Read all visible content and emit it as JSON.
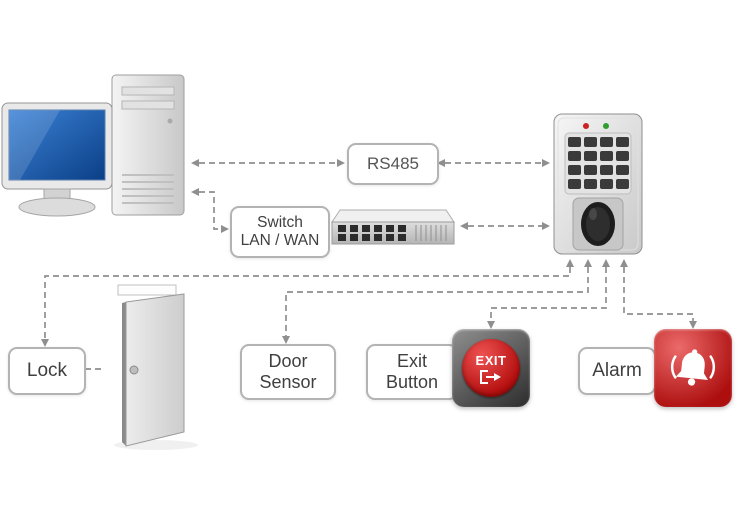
{
  "labels": {
    "rs485": "RS485",
    "switch_line1": "Switch",
    "switch_line2": "LAN / WAN",
    "lock": "Lock",
    "door_sensor_line1": "Door",
    "door_sensor_line2": "Sensor",
    "exit_button_line1": "Exit",
    "exit_button_line2": "Button",
    "alarm": "Alarm",
    "exit_icon": "EXIT"
  },
  "icons": {
    "computer": "desktop-computer-icon",
    "network_switch": "network-switch-icon",
    "access_control": "fingerprint-keypad-terminal-icon",
    "door": "open-door-icon",
    "exit_button": "exit-pushbutton-icon",
    "alarm_bell": "alarm-bell-icon"
  },
  "colors": {
    "connector_gray": "#8f8f8f",
    "box_border_gray": "#b3b3b3",
    "label_text": "#3f3f3f",
    "screen_blue": "#1e62b5",
    "alarm_red": "#c01818",
    "exit_red": "#c01818",
    "led_red": "#cc2222",
    "led_green": "#2f9e2f"
  }
}
